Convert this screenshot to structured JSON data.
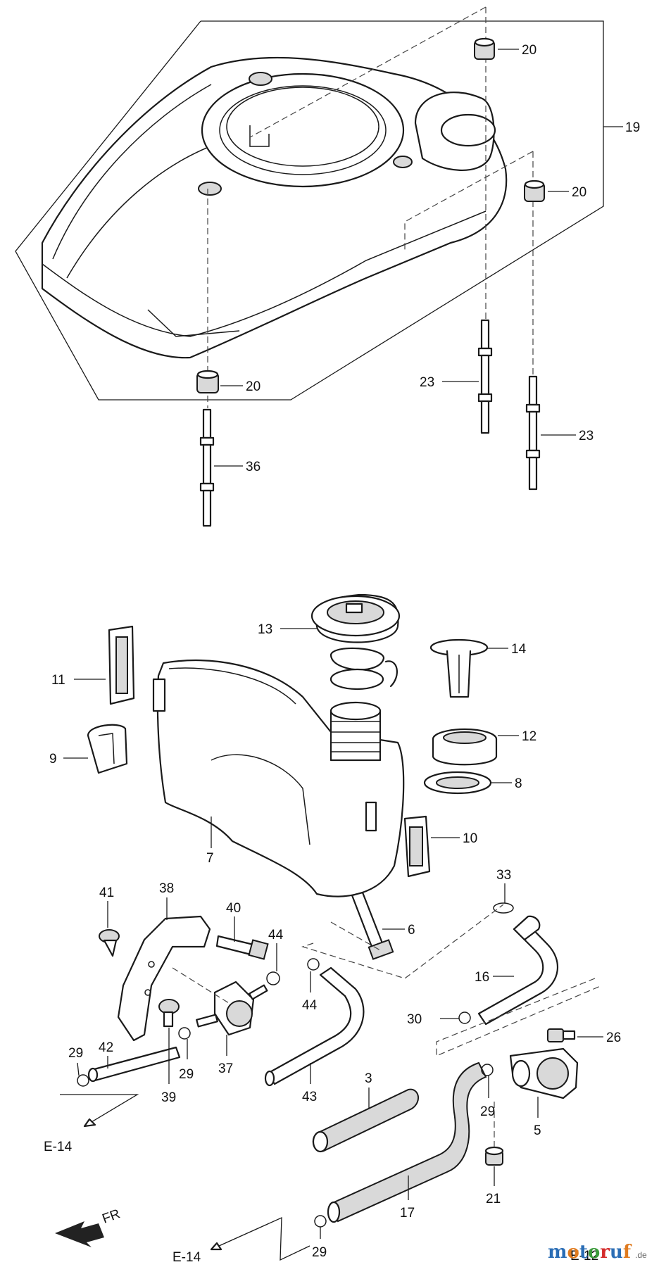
{
  "diagram": {
    "page_ref": "E-12",
    "callouts": {
      "p19": "19",
      "p20a": "20",
      "p20b": "20",
      "p20c": "20",
      "p23a": "23",
      "p23b": "23",
      "p36": "36",
      "p13": "13",
      "p14": "14",
      "p11": "11",
      "p12": "12",
      "p9": "9",
      "p8": "8",
      "p10": "10",
      "p7": "7",
      "p41": "41",
      "p38": "38",
      "p40": "40",
      "p44a": "44",
      "p44b": "44",
      "p6": "6",
      "p33": "33",
      "p16": "16",
      "p30": "30",
      "p26": "26",
      "p29a": "29",
      "p29b": "29",
      "p29c": "29",
      "p29d": "29",
      "p42": "42",
      "p39": "39",
      "p37": "37",
      "p43": "43",
      "p3": "3",
      "p5": "5",
      "p21": "21",
      "p17": "17"
    },
    "refs": {
      "e14_left": "E-14",
      "e14_bottom": "E-14"
    },
    "direction_label": "FR"
  },
  "watermark": {
    "brand_parts": [
      "m",
      "o",
      "t",
      "o",
      "r",
      "u",
      "f"
    ],
    "brand_colors": [
      "#2a6db5",
      "#e07b1f",
      "#2a6db5",
      "#3a9a3a",
      "#d42a2a",
      "#2a6db5",
      "#e07b1f"
    ],
    "suffix": ".de"
  }
}
